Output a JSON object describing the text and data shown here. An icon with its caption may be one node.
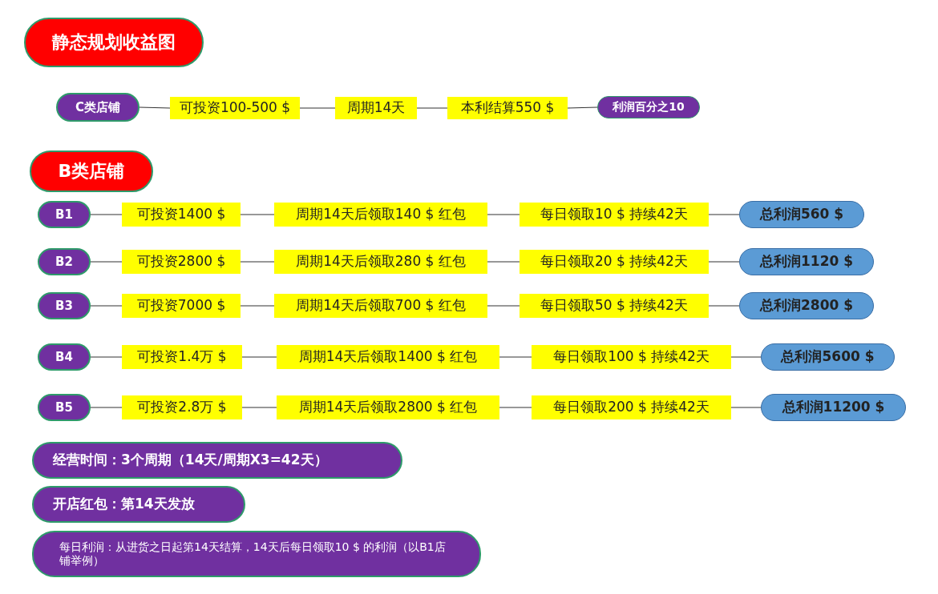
{
  "diagram": {
    "nodes": [
      {
        "text": [
          "静态规划收益图"
        ]
      },
      {
        "text": [
          "C类店铺"
        ]
      },
      {
        "text": [
          "可投资100-500 $"
        ]
      },
      {
        "text": [
          "周期14天"
        ]
      },
      {
        "text": [
          "本利结算550 $"
        ]
      },
      {
        "text": [
          "利润百分之10"
        ]
      },
      {
        "text": [
          "B类店铺"
        ]
      },
      {
        "text": [
          "B1"
        ]
      },
      {
        "text": [
          "可投资1400 $"
        ]
      },
      {
        "text": [
          "周期14天后领取140 $ 红包"
        ]
      },
      {
        "text": [
          "每日领取10 $ 持续42天"
        ]
      },
      {
        "text": [
          "总利润560 $"
        ]
      },
      {
        "text": [
          "B2"
        ]
      },
      {
        "text": [
          "可投资2800 $"
        ]
      },
      {
        "text": [
          "周期14天后领取280 $ 红包"
        ]
      },
      {
        "text": [
          "每日领取20 $ 持续42天"
        ]
      },
      {
        "text": [
          "总利润1120 $"
        ]
      },
      {
        "text": [
          "B3"
        ]
      },
      {
        "text": [
          "可投资7000 $"
        ]
      },
      {
        "text": [
          "周期14天后领取700 $ 红包"
        ]
      },
      {
        "text": [
          "每日领取50 $ 持续42天"
        ]
      },
      {
        "text": [
          "总利润2800 $"
        ]
      },
      {
        "text": [
          "B4"
        ]
      },
      {
        "text": [
          "可投资1.4万 $"
        ]
      },
      {
        "text": [
          "周期14天后领取1400 $ 红包"
        ]
      },
      {
        "text": [
          "每日领取100 $ 持续42天"
        ]
      },
      {
        "text": [
          "总利润5600 $"
        ]
      },
      {
        "text": [
          "B5"
        ]
      },
      {
        "text": [
          "可投资2.8万 $"
        ]
      },
      {
        "text": [
          "周期14天后领取2800 $ 红包"
        ]
      },
      {
        "text": [
          "每日领取200 $ 持续42天"
        ]
      },
      {
        "text": [
          "总利润11200 $"
        ]
      },
      {
        "text": [
          "经营时间：3个周期（14天/周期X3=42天）"
        ]
      },
      {
        "text": [
          "开店红包：第14天发放"
        ]
      },
      {
        "text": [
          "每日利润：从进货之日起第14天结算，14天后每日领取10 $ 的利润（以B1店铺举例）"
        ]
      }
    ],
    "edges": [
      {
        "from": 1,
        "to": 2,
        "arrow": "none"
      },
      {
        "from": 2,
        "to": 3,
        "arrow": "none"
      },
      {
        "from": 3,
        "to": 4,
        "arrow": "none"
      },
      {
        "from": 4,
        "to": 5,
        "arrow": "none"
      },
      {
        "from": 7,
        "to": 8,
        "arrow": "none"
      },
      {
        "from": 8,
        "to": 9,
        "arrow": "none"
      },
      {
        "from": 9,
        "to": 10,
        "arrow": "none"
      },
      {
        "from": 10,
        "to": 11,
        "arrow": "none"
      },
      {
        "from": 12,
        "to": 13,
        "arrow": "none"
      },
      {
        "from": 13,
        "to": 14,
        "arrow": "none"
      },
      {
        "from": 14,
        "to": 15,
        "arrow": "none"
      },
      {
        "from": 15,
        "to": 16,
        "arrow": "none"
      },
      {
        "from": 17,
        "to": 18,
        "arrow": "none"
      },
      {
        "from": 18,
        "to": 19,
        "arrow": "none"
      },
      {
        "from": 19,
        "to": 20,
        "arrow": "none"
      },
      {
        "from": 20,
        "to": 21,
        "arrow": "none"
      },
      {
        "from": 22,
        "to": 23,
        "arrow": "none"
      },
      {
        "from": 23,
        "to": 24,
        "arrow": "none"
      },
      {
        "from": 24,
        "to": 25,
        "arrow": "none"
      },
      {
        "from": 25,
        "to": 26,
        "arrow": "none"
      },
      {
        "from": 27,
        "to": 28,
        "arrow": "none"
      },
      {
        "from": 28,
        "to": 29,
        "arrow": "none"
      },
      {
        "from": 29,
        "to": 30,
        "arrow": "none"
      },
      {
        "from": 30,
        "to": 31,
        "arrow": "none"
      }
    ]
  }
}
